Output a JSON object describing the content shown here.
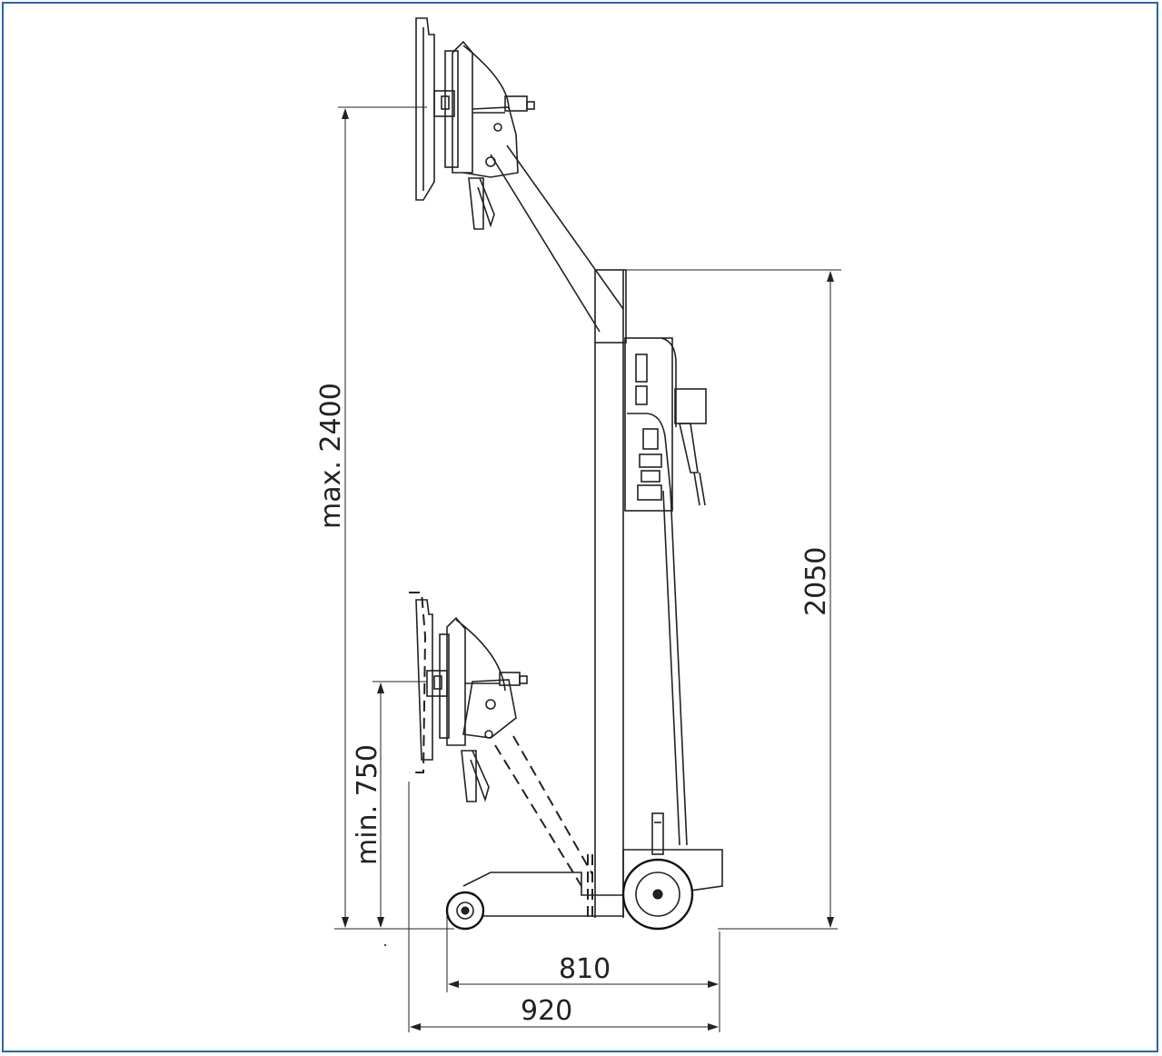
{
  "dimensions": {
    "max_height": "max. 2400",
    "min_height": "min. 750",
    "mast_height": "2050",
    "inner_base": "810",
    "overall_base": "920"
  },
  "colors": {
    "frame_border": "#2b63a6",
    "line": "#222222"
  }
}
